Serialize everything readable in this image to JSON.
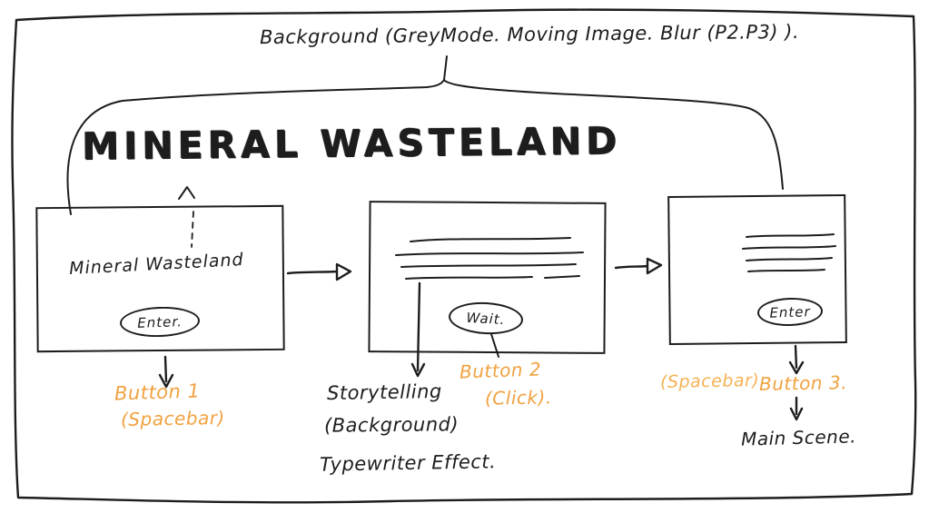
{
  "colors": {
    "ink": "#1d1d1d",
    "accent": "#f0a240",
    "accent-light": "#f6b254"
  },
  "header": {
    "background_note": "Background (GreyMode. Moving Image. Blur (P2.P3) ).",
    "title": "MINERAL WASTELAND"
  },
  "screens": [
    {
      "name": "title-screen",
      "label": "Mineral Wasteland",
      "button": "Enter."
    },
    {
      "name": "story-screen",
      "button": "Wait."
    },
    {
      "name": "final-screen",
      "button": "Enter"
    }
  ],
  "annotations": {
    "button1": {
      "line1": "Button 1",
      "line2": "(Spacebar)"
    },
    "storytelling": {
      "line1": "Storytelling",
      "line2": "(Background)",
      "line3": "Typewriter Effect."
    },
    "button2": {
      "line1": "Button 2",
      "line2": "(Click)."
    },
    "button3": {
      "pre": "(Spacebar)",
      "label": "Button 3."
    },
    "main_scene": "Main Scene."
  }
}
